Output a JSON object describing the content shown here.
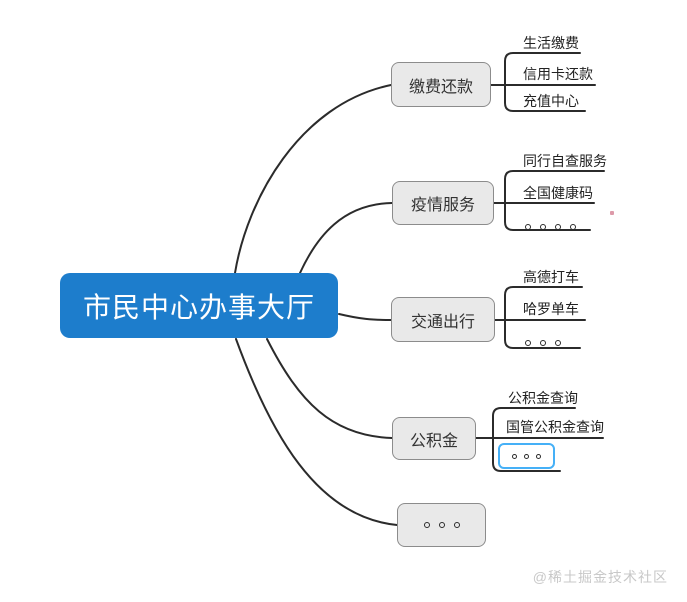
{
  "root": {
    "label": "市民中心办事大厅",
    "bg_color": "#1d7dcc",
    "text_color": "#ffffff"
  },
  "branches": [
    {
      "label": "缴费还款",
      "children": [
        {
          "label": "生活缴费"
        },
        {
          "label": "信用卡还款"
        },
        {
          "label": "充值中心"
        }
      ]
    },
    {
      "label": "疫情服务",
      "children": [
        {
          "label": "同行自查服务"
        },
        {
          "label": "全国健康码"
        },
        {
          "label": "。。。。"
        }
      ]
    },
    {
      "label": "交通出行",
      "children": [
        {
          "label": "高德打车"
        },
        {
          "label": "哈罗单车"
        },
        {
          "label": "。。。"
        }
      ]
    },
    {
      "label": "公积金",
      "children": [
        {
          "label": "公积金查询"
        },
        {
          "label": "国管公积金查询"
        },
        {
          "label": "。。。",
          "selected": true
        }
      ]
    },
    {
      "label": "。。。",
      "children": []
    }
  ],
  "styles": {
    "branch_fill": "#e9e9e9",
    "branch_border": "#8c8c8c",
    "line_color": "#2b2b2b",
    "selection_color": "#45b0f7",
    "watermark_color": "#c8c8c8",
    "red_mark_color": "#d98fa0"
  },
  "watermark": "@稀土掘金技术社区"
}
